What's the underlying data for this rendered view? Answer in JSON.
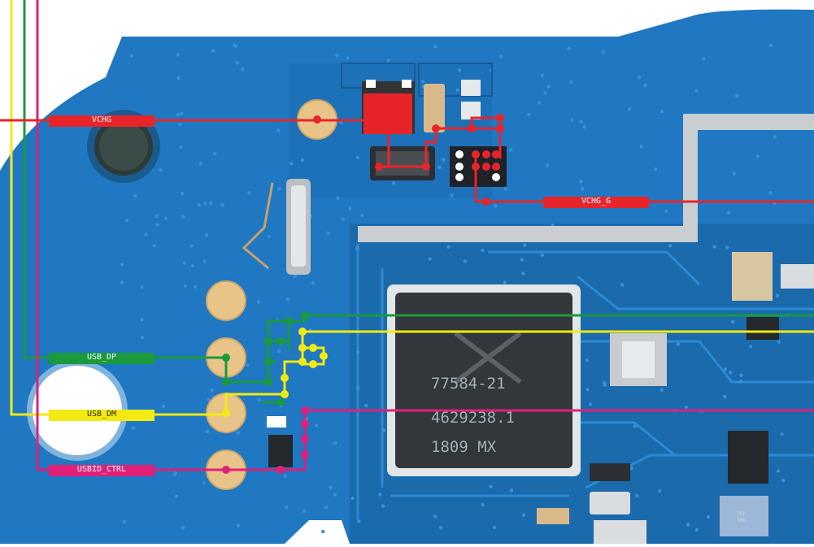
{
  "nets": [
    {
      "name": "VCHG",
      "color": "#e8242b"
    },
    {
      "name": "VCHG_G",
      "color": "#e8242b"
    },
    {
      "name": "USB_DP",
      "color": "#1a9a3c"
    },
    {
      "name": "USB_DM",
      "color": "#f2ea12"
    },
    {
      "name": "USBID_CTRL",
      "color": "#e2207a"
    }
  ],
  "chip_marking": [
    "77584-21",
    "4629238.1",
    "1809  MX"
  ],
  "small_part_marking": [
    "7GP",
    "906"
  ],
  "colors": {
    "board": "#1f78c1",
    "board_dark": "#1a6aac",
    "trace": "#2c8ad4",
    "pad": "#e9c489",
    "chip": "#33363a",
    "shield": "#c9ced1"
  }
}
